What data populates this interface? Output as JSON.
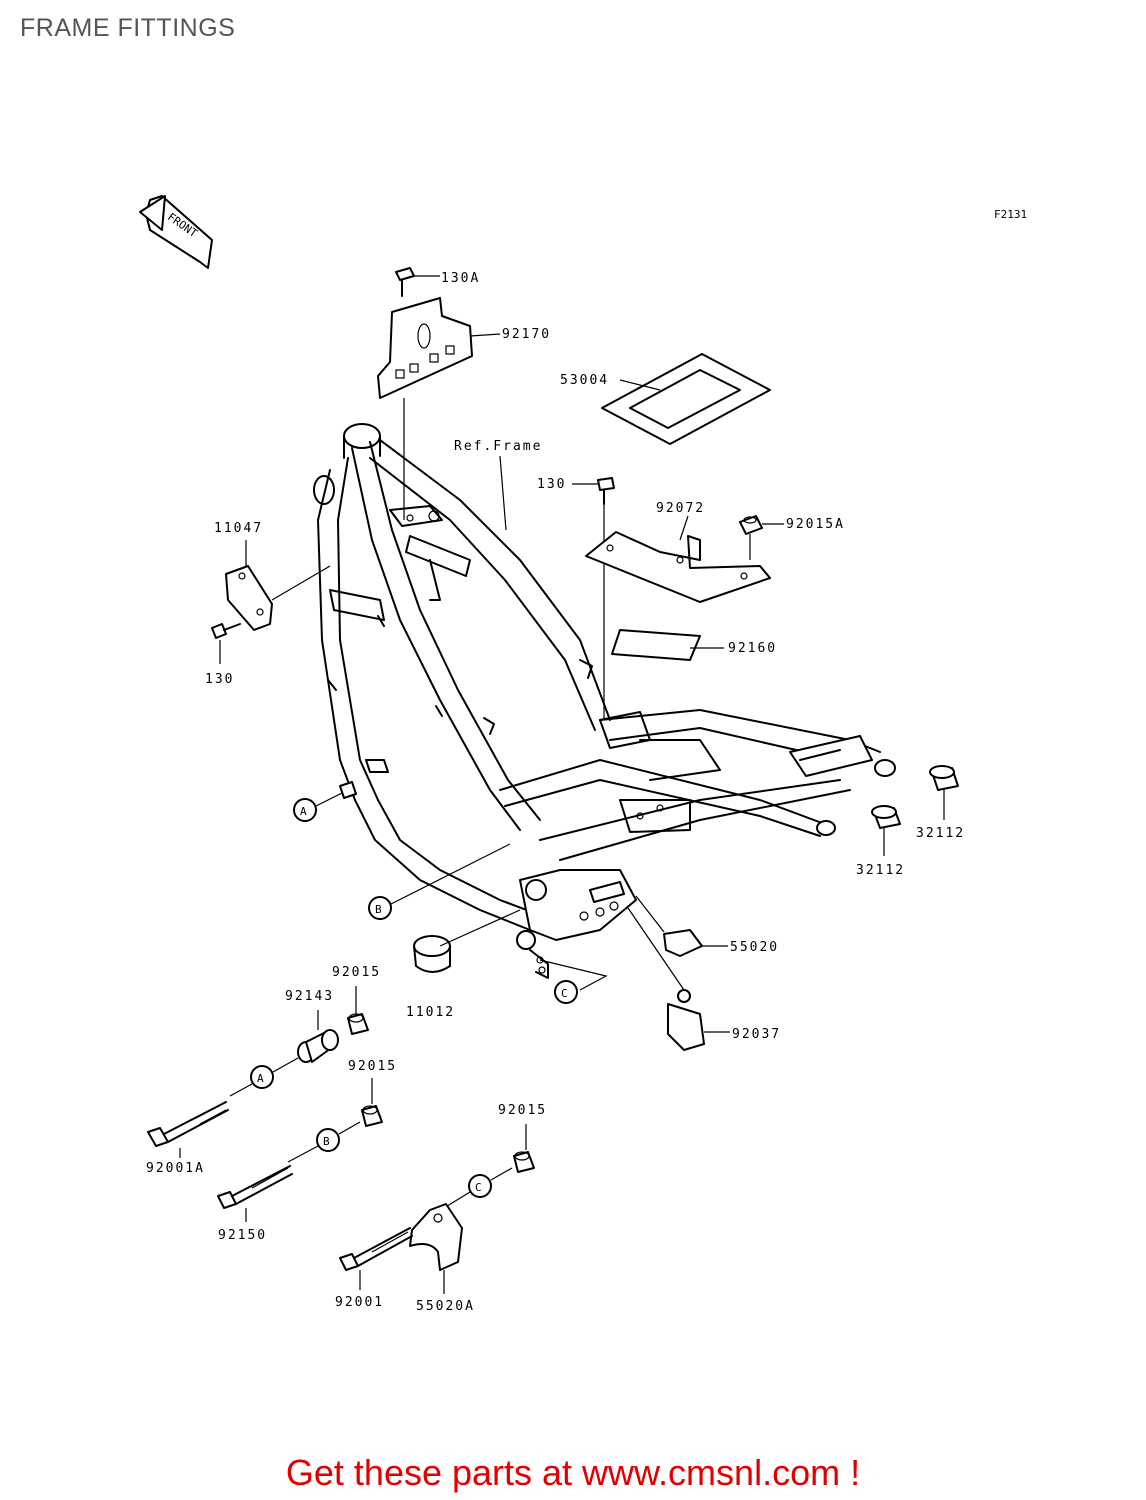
{
  "title": "FRAME FITTINGS",
  "figure_code": "F2131",
  "front_arrow": "FRONT",
  "ref_frame": "Ref.Frame",
  "parts": {
    "p130A": "130A",
    "p92170": "92170",
    "p53004": "53004",
    "p130_top": "130",
    "p92072": "92072",
    "p92015A": "92015A",
    "p11047": "11047",
    "p130_left": "130",
    "p92160": "92160",
    "p32112_a": "32112",
    "p32112_b": "32112",
    "p55020": "55020",
    "p11012": "11012",
    "p92015_a": "92015",
    "p92143": "92143",
    "p92037": "92037",
    "p92015_b": "92015",
    "p92001A": "92001A",
    "p92015_c": "92015",
    "p92150": "92150",
    "p92001": "92001",
    "p55020A": "55020A"
  },
  "callouts": {
    "a_frame": "A",
    "b_frame": "B",
    "c_frame": "C",
    "a_bolt": "A",
    "b_bolt": "B",
    "c_bolt": "C"
  },
  "banner": "Get these parts at www.cmsnl.com !",
  "colors": {
    "banner": "#e00000",
    "title": "#555555",
    "line": "#000000"
  }
}
